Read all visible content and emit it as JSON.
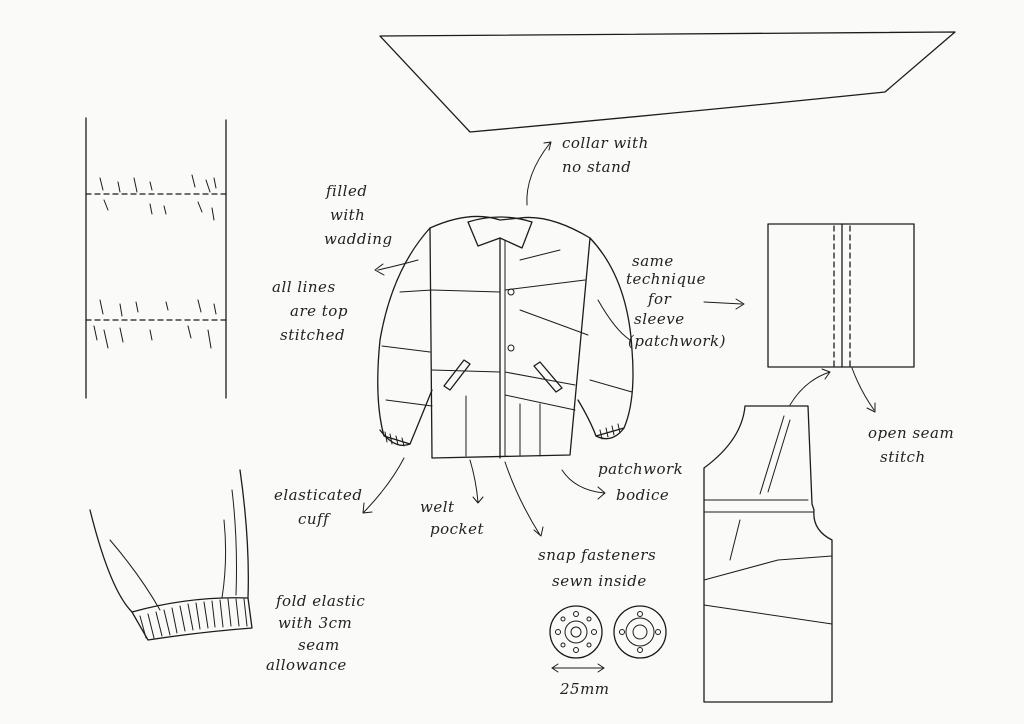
{
  "annotations": {
    "collar": [
      "collar with",
      "no stand"
    ],
    "wadding": [
      "filled",
      "with",
      "wadding"
    ],
    "topstitch": [
      "all lines",
      "are top",
      "stitched"
    ],
    "sleeve_technique": [
      "same",
      "technique",
      "for",
      "sleeve",
      "(patchwork)"
    ],
    "open_seam": [
      "open seam",
      "stitch"
    ],
    "elastic_cuff": [
      "elasticated",
      "cuff"
    ],
    "welt_pocket": [
      "welt",
      "pocket"
    ],
    "patchwork_bodice": [
      "patchwork",
      "bodice"
    ],
    "snap_fasteners": [
      "snap fasteners",
      "sewn inside"
    ],
    "fold_elastic": [
      "fold elastic",
      "with 3cm",
      "seam",
      "allowance"
    ],
    "snap_size": "25mm"
  }
}
